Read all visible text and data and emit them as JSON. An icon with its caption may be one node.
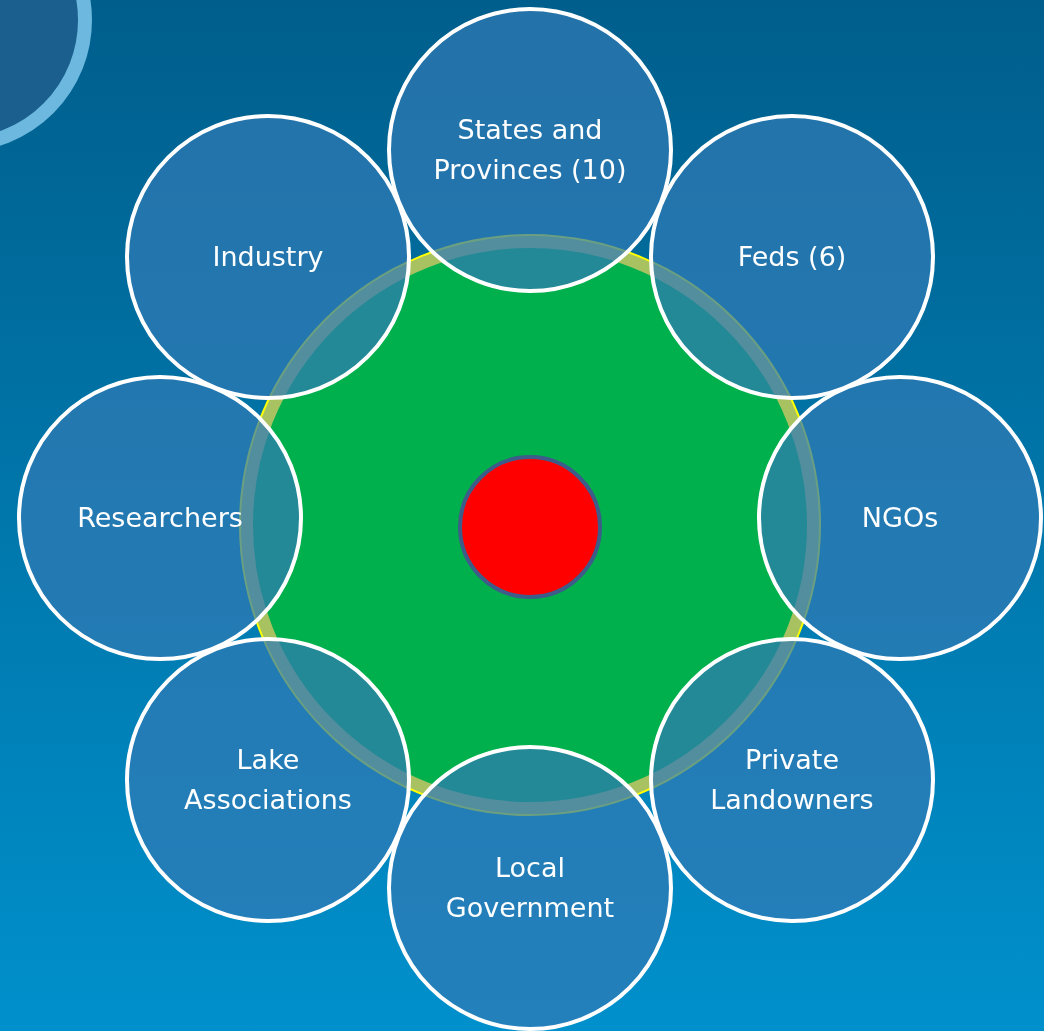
{
  "diagram": {
    "nodes": [
      {
        "text": [],
        "shape": "circle"
      },
      {
        "text": [],
        "shape": "circle",
        "in": 0
      },
      {
        "text": [
          "States and Provinces (10)"
        ]
      },
      {
        "text": [
          "Industry"
        ]
      },
      {
        "text": [
          "Feds (6)"
        ]
      },
      {
        "text": [
          "Researchers"
        ]
      },
      {
        "text": [
          "NGOs"
        ]
      },
      {
        "text": [
          "Lake Associations"
        ]
      },
      {
        "text": [
          "Private Landowners"
        ]
      },
      {
        "text": [
          "Local Government"
        ]
      }
    ]
  }
}
